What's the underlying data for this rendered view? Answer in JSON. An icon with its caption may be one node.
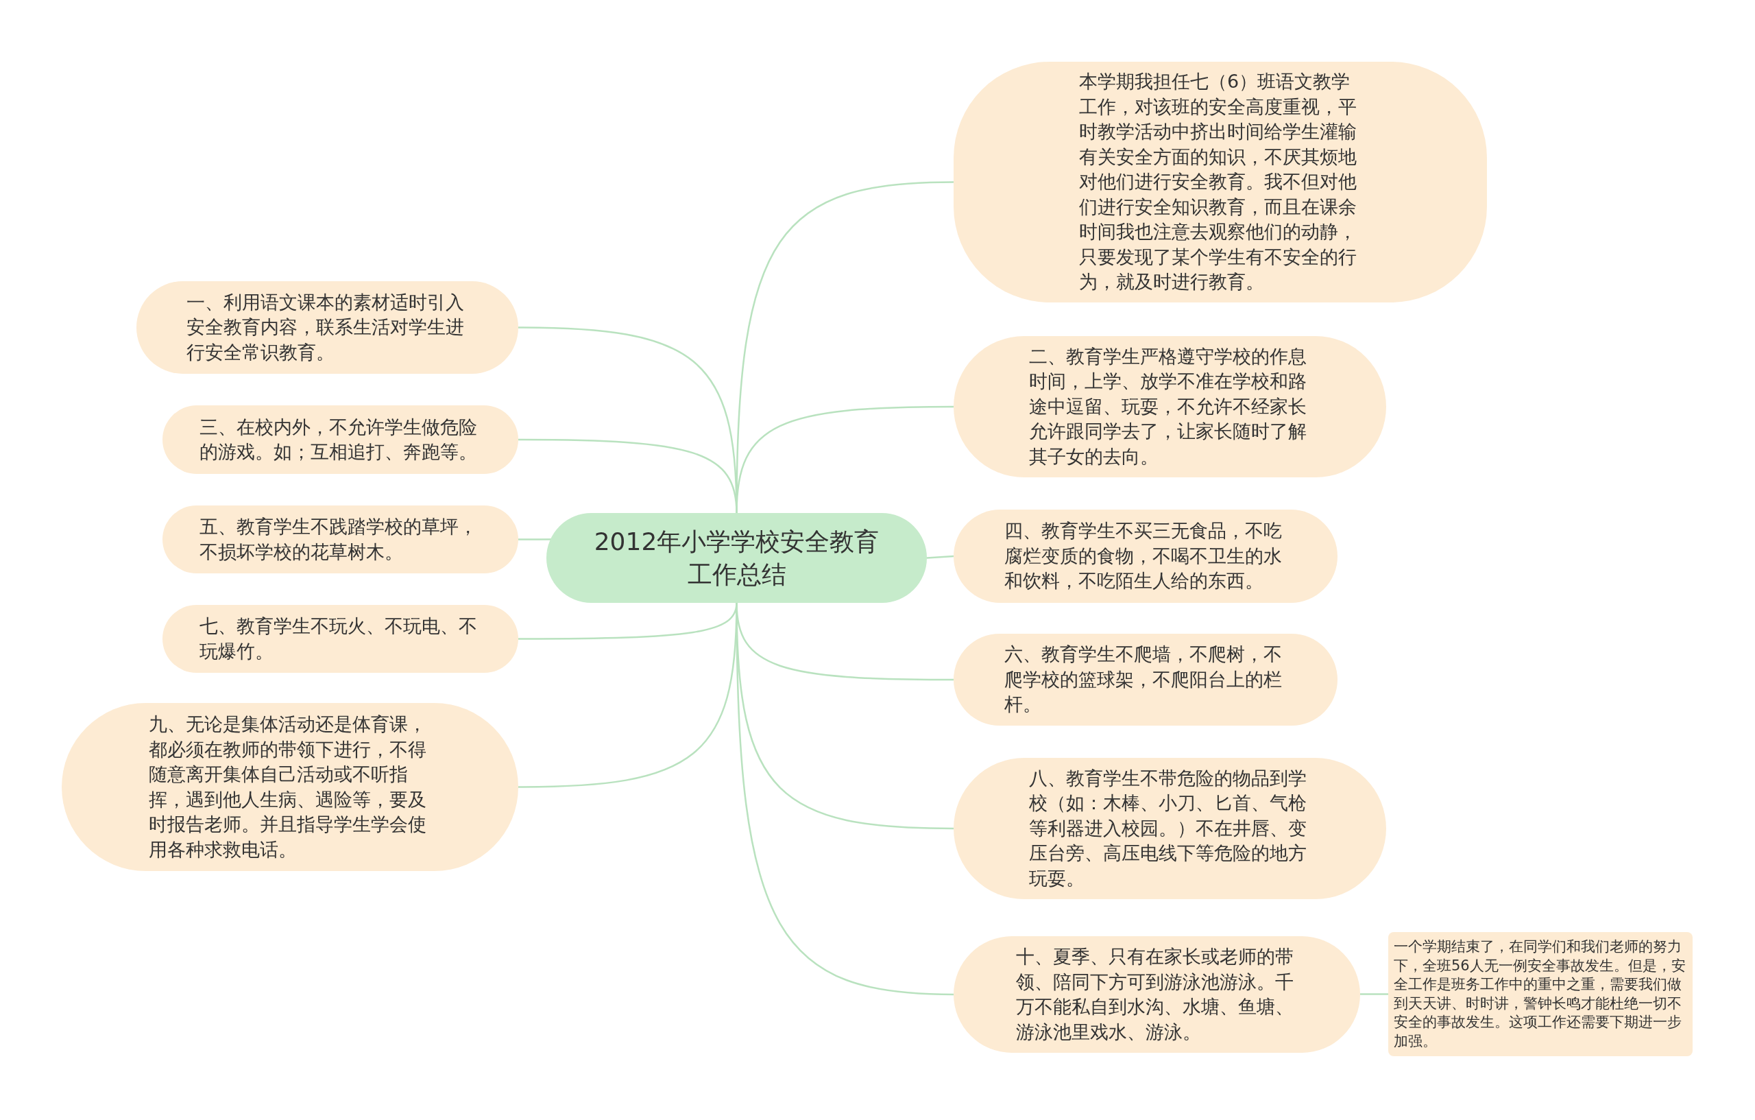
{
  "diagram": {
    "nodes": [
      {
        "text": [
          "2012年小学学校安全教育工作总结"
        ]
      },
      {
        "text": [
          "本学期我担任七（6）班语文教学工作，对该班的安全高度重视，平时教学活动中挤出时间给学生灌输有关安全方面的知识，不厌其烦地对他们进行安全教育。我不但对他们进行安全知识教育，而且在课余时间我也注意去观察他们的动静，只要发现了某个学生有不安全的行为，就及时进行教育。"
        ]
      },
      {
        "text": [
          "一、利用语文课本的素材适时引入安全教育内容，联系生活对学生进行安全常识教育。"
        ]
      },
      {
        "text": [
          "二、教育学生严格遵守学校的作息时间，上学、放学不准在学校和路途中逗留、玩耍，不允许不经家长允许跟同学去了，让家长随时了解其子女的去向。"
        ]
      },
      {
        "text": [
          "三、在校内外，不允许学生做危险的游戏。如；互相追打、奔跑等。"
        ]
      },
      {
        "text": [
          "四、教育学生不买三无食品，不吃腐烂变质的食物，不喝不卫生的水和饮料，不吃陌生人给的东西。"
        ]
      },
      {
        "text": [
          "五、教育学生不践踏学校的草坪，不损坏学校的花草树木。"
        ]
      },
      {
        "text": [
          "六、教育学生不爬墙，不爬树，不爬学校的篮球架，不爬阳台上的栏杆。"
        ]
      },
      {
        "text": [
          "七、教育学生不玩火、不玩电、不玩爆竹。"
        ]
      },
      {
        "text": [
          "八、教育学生不带危险的物品到学校（如：木棒、小刀、匕首、气枪等利器进入校园。）不在井唇、变压台旁、高压电线下等危险的地方玩耍。"
        ]
      },
      {
        "text": [
          "九、无论是集体活动还是体育课，都必须在教师的带领下进行，不得随意离开集体自己活动或不听指挥，遇到他人生病、遇险等，要及时报告老师。并且指导学生学会使用各种求救电话。"
        ]
      },
      {
        "text": [
          "十、夏季、只有在家长或老师的带领、陪同下方可到游泳池游泳。千万不能私自到水沟、水塘、鱼塘、游泳池里戏水、游泳。"
        ]
      },
      {
        "text": [
          "一个学期结束了，在同学们和我们老师的努力下，全班56人无一例安全事故发生。但是，安全工作是班务工作中的重中之重，需要我们做到天天讲、时时讲，警钟长鸣才能杜绝一切不安全的事故发生。这项工作还需要下期进一步加强。"
        ]
      }
    ],
    "edges": [
      {
        "from": 0,
        "to": 1,
        "arrow": "none"
      },
      {
        "from": 0,
        "to": 2,
        "arrow": "none"
      },
      {
        "from": 0,
        "to": 3,
        "arrow": "none"
      },
      {
        "from": 0,
        "to": 4,
        "arrow": "none"
      },
      {
        "from": 0,
        "to": 5,
        "arrow": "none"
      },
      {
        "from": 0,
        "to": 6,
        "arrow": "none"
      },
      {
        "from": 0,
        "to": 7,
        "arrow": "none"
      },
      {
        "from": 0,
        "to": 8,
        "arrow": "none"
      },
      {
        "from": 0,
        "to": 9,
        "arrow": "none"
      },
      {
        "from": 0,
        "to": 10,
        "arrow": "none"
      },
      {
        "from": 0,
        "to": 11,
        "arrow": "none"
      },
      {
        "from": 11,
        "to": 12,
        "arrow": "none"
      }
    ]
  }
}
